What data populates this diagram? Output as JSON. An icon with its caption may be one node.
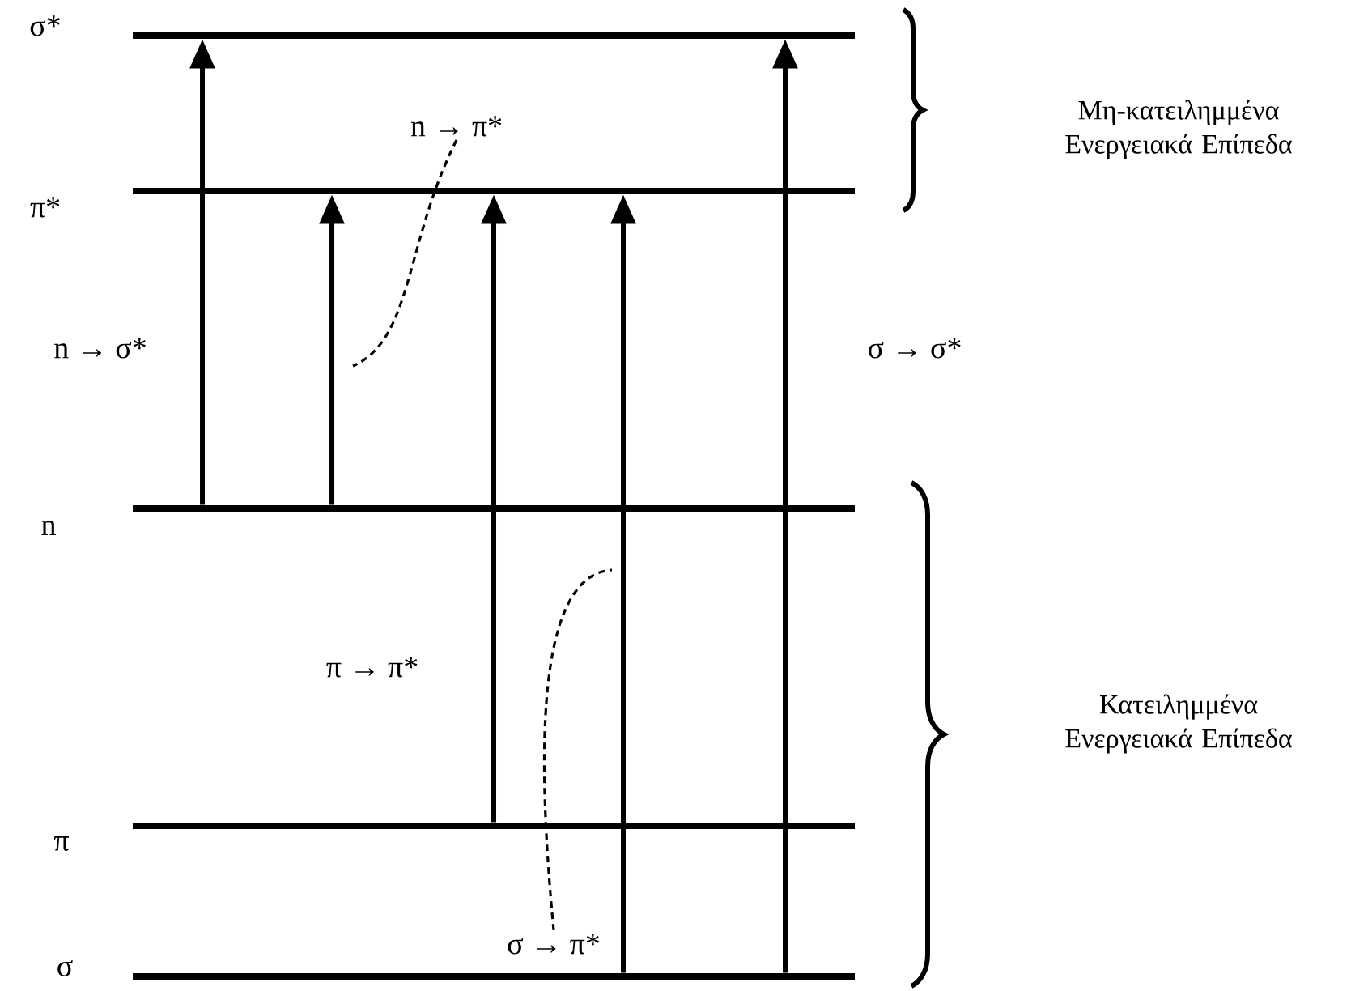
{
  "diagram": {
    "nodes": [
      {
        "text": [
          "σ*"
        ]
      },
      {
        "text": [
          "π*"
        ]
      },
      {
        "text": [
          "n"
        ]
      },
      {
        "text": [
          "π"
        ]
      },
      {
        "text": [
          "σ"
        ]
      },
      {
        "text": [
          "n → π*"
        ]
      },
      {
        "text": [
          "σ → π*"
        ]
      }
    ],
    "edges": [
      {
        "from": 2,
        "to": 0,
        "arrow": "to",
        "label": "n → σ*"
      },
      {
        "from": 2,
        "to": 1,
        "arrow": "to"
      },
      {
        "from": 3,
        "to": 1,
        "arrow": "to",
        "label": "π → π*"
      },
      {
        "from": 4,
        "to": 1,
        "arrow": "to"
      },
      {
        "from": 4,
        "to": 0,
        "arrow": "to",
        "label": "σ → σ*"
      },
      {
        "from": 5,
        "to": null,
        "arrow": "none",
        "style": "dashed"
      },
      {
        "from": 6,
        "to": null,
        "arrow": "none",
        "style": "dashed"
      }
    ],
    "labels": [
      "Μη-κατειλημμένα Ενεργειακά Επίπεδα",
      "Κατειλημμένα Ενεργειακά Επίπεδα"
    ]
  }
}
